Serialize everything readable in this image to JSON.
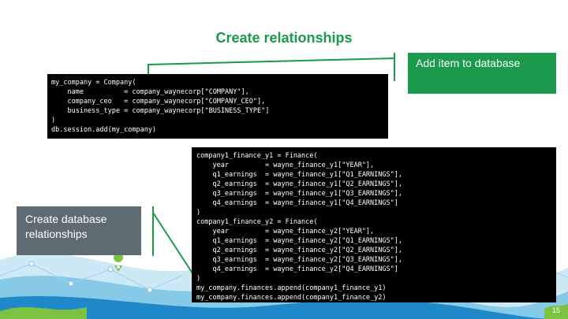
{
  "slide": {
    "title": "Create relationships",
    "number": "15"
  },
  "callouts": {
    "top": "Add item to database",
    "bottom": "Create database relationships"
  },
  "code_block_1": {
    "lines": [
      "my_company = Company(",
      "    name          = company_waynecorp[\"COMPANY\"],",
      "    company_ceo   = company_waynecorp[\"COMPANY_CEO\"],",
      "    business_type = company_waynecorp[\"BUSINESS_TYPE\"]",
      ")",
      "db.session.add(my_company)"
    ]
  },
  "code_block_2": {
    "lines": [
      "company1_finance_y1 = Finance(",
      "    year         = wayne_finance_y1[\"YEAR\"],",
      "    q1_earnings  = wayne_finance_y1[\"Q1_EARNINGS\"],",
      "    q2_earnings  = wayne_finance_y1[\"Q2_EARNINGS\"],",
      "    q3_earnings  = wayne_finance_y1[\"Q3_EARNINGS\"],",
      "    q4_earnings  = wayne_finance_y1[\"Q4_EARNINGS\"]",
      ")",
      "company1_finance_y2 = Finance(",
      "    year         = wayne_finance_y2[\"YEAR\"],",
      "    q1_earnings  = wayne_finance_y2[\"Q1_EARNINGS\"],",
      "    q2_earnings  = wayne_finance_y2[\"Q2_EARNINGS\"],",
      "    q3_earnings  = wayne_finance_y2[\"Q3_EARNINGS\"],",
      "    q4_earnings  = wayne_finance_y2[\"Q4_EARNINGS\"]",
      ")",
      "my_company.finances.append(company1_finance_y1)",
      "my_company.finances.append(company1_finance_y2)"
    ]
  },
  "colors": {
    "accent_green": "#1a9a4a",
    "callout_gray": "#5f6b72",
    "code_background": "#000000",
    "footer_blue": "#1e88c8"
  },
  "icons": [
    "map-pin-icon",
    "map-pin-icon",
    "map-pin-icon"
  ]
}
